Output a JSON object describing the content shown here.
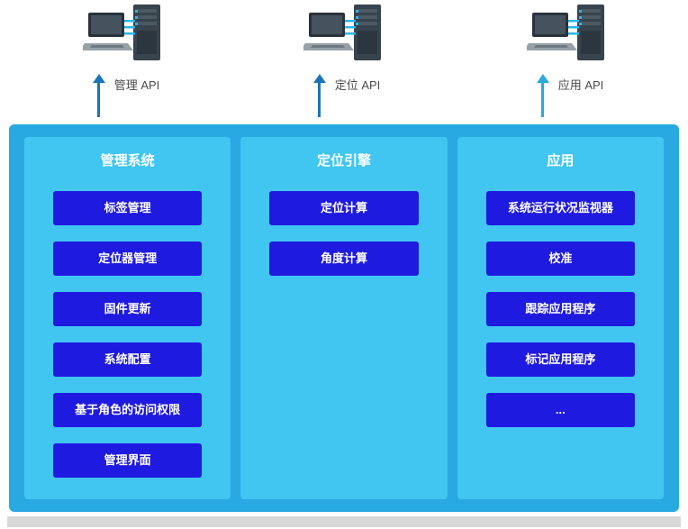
{
  "api_nodes": [
    {
      "label": "管理 API",
      "arrow_color": "#1c75b8"
    },
    {
      "label": "定位 API",
      "arrow_color": "#1c75b8"
    },
    {
      "label": "应用 API",
      "arrow_color": "#2ba9e0"
    }
  ],
  "columns": [
    {
      "title": "管理系统",
      "items": [
        "标签管理",
        "定位器管理",
        "固件更新",
        "系统配置",
        "基于角色的访问权限",
        "管理界面"
      ]
    },
    {
      "title": "定位引擎",
      "items": [
        "定位计算",
        "角度计算"
      ]
    },
    {
      "title": "应用",
      "items": [
        "系统运行状况监视器",
        "校准",
        "跟踪应用程序",
        "标记应用程序",
        "..."
      ]
    }
  ],
  "colors": {
    "container": "#29a9e1",
    "column": "#41c6f2",
    "button": "#1f1ae0",
    "arrow_dark": "#1c75b8",
    "arrow_light": "#2ba9e0",
    "label_text": "#4a4a4a"
  }
}
